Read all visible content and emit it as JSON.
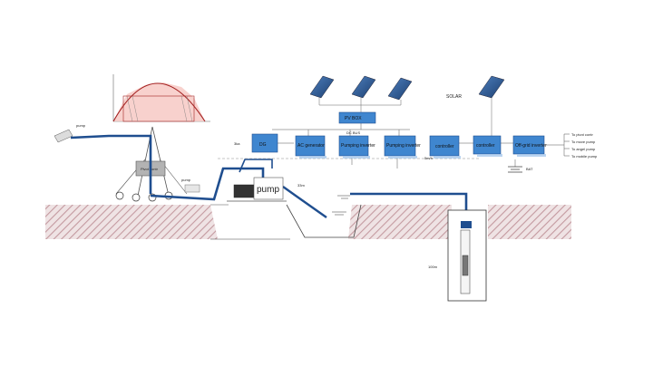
{
  "labels": {
    "pump_top": "pump",
    "pivot_control": "Pivot contr",
    "pump_small": "pump",
    "pump_main": "pump",
    "solar": "SOLAR",
    "pv_box": "PV BOX",
    "dc_bus": "DC BUS",
    "dg": "DG",
    "ac_generator": "AC generator",
    "pumping_inverter_1": "Pumping inverter",
    "pumping_inverter_2": "Pumping inverter",
    "controller_1": "controller",
    "controller_2": "controller",
    "offgrid_inverter": "Off-grid inverter",
    "bat": "BAT",
    "dist_left": "3ka",
    "dist_mid": "33m",
    "depth": "100m",
    "dist_right": "5m/h"
  },
  "outputs": [
    "To pivot contr",
    "To move pump",
    "To angel pump",
    "To mobile pump"
  ],
  "colors": {
    "pipe": "#1f4e8f",
    "box_fill": "#3f86cf",
    "box_stroke": "#1f4e8f",
    "panel": "#2e5d9a",
    "ground": "#c49aa0",
    "dash": "#8a8a8a",
    "curve": "#a32020",
    "fill_area": "#f6c6c0"
  }
}
